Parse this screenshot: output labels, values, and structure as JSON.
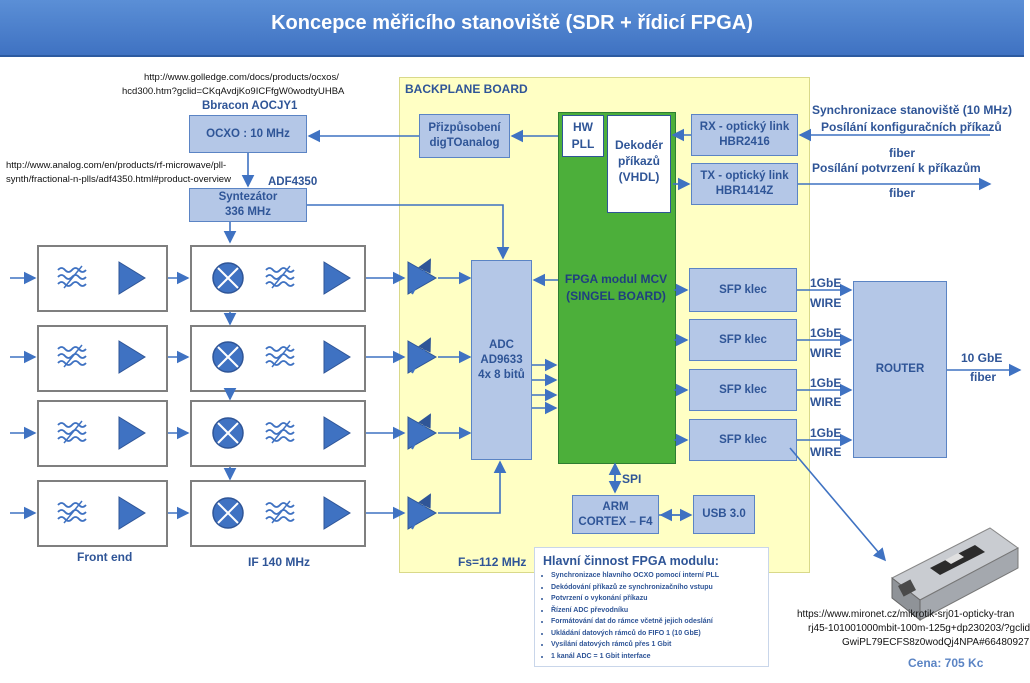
{
  "title": "Koncepce měřicího stanoviště (SDR + řídicí FPGA)",
  "urls": {
    "ocxo_line1": "http://www.golledge.com/docs/products/ocxos/",
    "ocxo_line2": "hcd300.htm?gclid=CKqAvdjKo9ICFfgW0wodtyUHBA",
    "pll_line1": "http://www.analog.com/en/products/rf-microwave/pll-",
    "pll_line2": "synth/fractional-n-plls/adf4350.html#product-overview",
    "sfp_line1": "https://www.mironet.cz/mikrotik-srj01-opticky-tran",
    "sfp_line2": "rj45-101001000mbit-100m-125g+dp230203/?gclid",
    "sfp_line3": "GwiPL79ECFS8z0wodQj4NPA#66480927"
  },
  "labels": {
    "bbracon": "Bbracon AOCJY1",
    "adf4350": "ADF4350",
    "backplane": "BACKPLANE BOARD",
    "front_end": "Front end",
    "if_freq": "IF 140 MHz",
    "fs": "Fs=112 MHz",
    "spi": "SPI",
    "sync_line1": "Synchronizace stanoviště (10 MHz)",
    "sync_line2": "Posílání konfiguračních příkazů",
    "fiber1": "fiber",
    "confirm": "Posílání potvrzení k příkazům",
    "fiber2": "fiber",
    "gbe_1": "1GbE",
    "wire_1": "WIRE",
    "gbe_2": "1GbE",
    "wire_2": "WIRE",
    "gbe_3": "1GbE",
    "wire_3": "WIRE",
    "gbe_4": "1GbE",
    "wire_4": "WIRE",
    "gbe10": "10 GbE",
    "fiber10": "fiber",
    "price": "Cena: 705 Kc"
  },
  "blocks": {
    "ocxo": "OCXO : 10 MHz",
    "synth_line1": "Syntezátor",
    "synth_line2": "336 MHz",
    "dac_line1": "Přizpůsobení",
    "dac_line2": "digTOanalog",
    "hwpll_line1": "HW",
    "hwpll_line2": "PLL",
    "dekoder_line1": "Dekodér",
    "dekoder_line2": "příkazů",
    "dekoder_line3": "(VHDL)",
    "rx_line1": "RX - optický link",
    "rx_line2": "HBR2416",
    "tx_line1": "TX - optický link",
    "tx_line2": "HBR1414Z",
    "fpga_line1": "FPGA modul MCV",
    "fpga_line2": "(SINGEL BOARD)",
    "adc_line1": "ADC",
    "adc_line2": "AD9633",
    "adc_line3": "4x 8 bitů",
    "sfp1": "SFP klec",
    "sfp2": "SFP klec",
    "sfp3": "SFP klec",
    "sfp4": "SFP klec",
    "router": "ROUTER",
    "arm_line1": "ARM",
    "arm_line2": "CORTEX – F4",
    "usb": "USB 3.0"
  },
  "info": {
    "heading": "Hlavní činnost FPGA modulu:",
    "items": [
      "Synchronizace hlavního OCXO pomocí interní PLL",
      "Dekódování příkazů ze synchronizačního vstupu",
      "Potvrzení o vykonání příkazu",
      "Řízení ADC převodníku",
      "Formátování dat do rámce včetně jejich odeslání",
      "Ukládání datových rámců do FIFO 1 (10 GbE)",
      "Vysílání datových rámců přes 1 Gbit",
      "1 kanál ADC = 1 Gbit interface"
    ]
  },
  "colors": {
    "title_bar": "#4a7ecb",
    "block_fill": "#b4c7e7",
    "block_border": "#5b84c4",
    "fpga_green": "#4caf3a",
    "backplane_yellow": "#ffffc4",
    "accent_text": "#2f5597"
  }
}
